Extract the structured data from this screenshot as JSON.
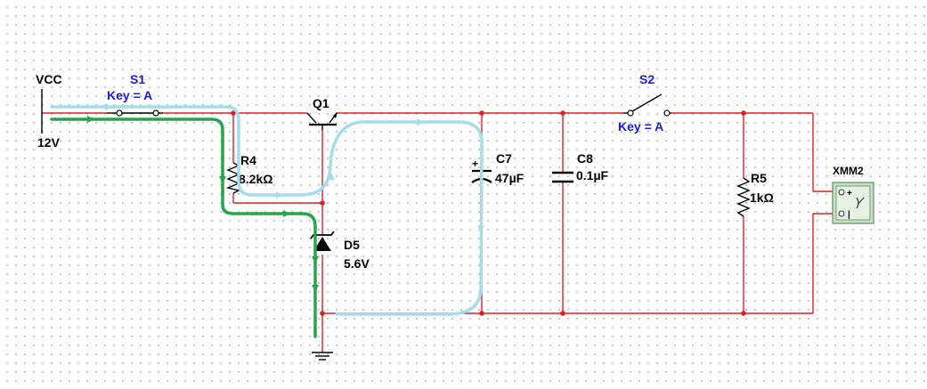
{
  "colors": {
    "wire": "#e02020",
    "label_blue": "#1a1ae6",
    "current_path_blue": "#a6dcec",
    "current_path_green": "#2aa44a",
    "meter_body": "#c7e3c5"
  },
  "vcc": {
    "name": "VCC",
    "voltage": "12V"
  },
  "s1": {
    "ref": "S1",
    "key": "Key = A"
  },
  "s2": {
    "ref": "S2",
    "key": "Key = A"
  },
  "q1": {
    "ref": "Q1"
  },
  "r4": {
    "ref": "R4",
    "value": "8.2kΩ"
  },
  "d5": {
    "ref": "D5",
    "value": "5.6V"
  },
  "c7": {
    "ref": "C7",
    "value": "47µF"
  },
  "c8": {
    "ref": "C8",
    "value": "0.1µF"
  },
  "r5": {
    "ref": "R5",
    "value": "1kΩ"
  },
  "xmm2": {
    "ref": "XMM2"
  },
  "icons": {
    "ground": "ground-icon",
    "multimeter": "multimeter-icon",
    "zener": "zener-diode-icon"
  }
}
